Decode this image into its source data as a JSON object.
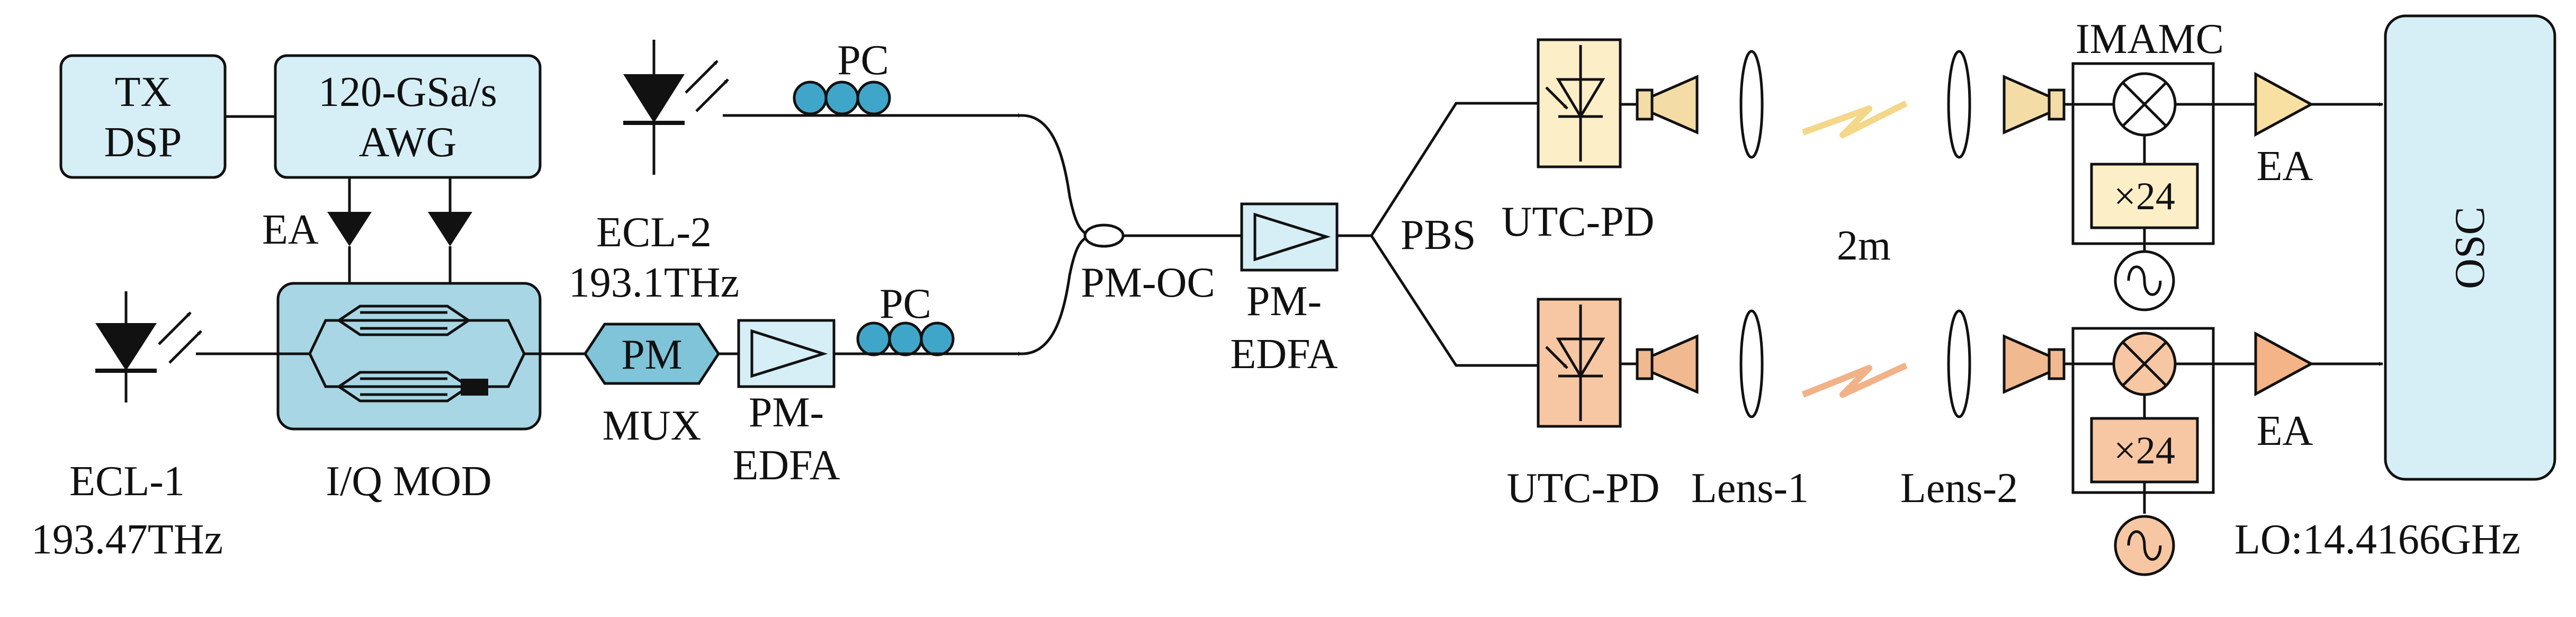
{
  "labels": {
    "tx_dsp_1": "TX",
    "tx_dsp_2": "DSP",
    "awg_1": "120-GSa/s",
    "awg_2": "AWG",
    "ea_left": "EA",
    "ecl1_name": "ECL-1",
    "ecl1_freq": "193.47THz",
    "ecl2_name": "ECL-2",
    "ecl2_freq": "193.1THz",
    "iq_mod": "I/Q MOD",
    "pc_top": "PC",
    "pc_bottom": "PC",
    "pm": "PM",
    "mux": "MUX",
    "pm_edfa1_1": "PM-",
    "pm_edfa1_2": "EDFA",
    "pm_oc": "PM-OC",
    "pm_edfa2_1": "PM-",
    "pm_edfa2_2": "EDFA",
    "pbs": "PBS",
    "utc_pd_top": "UTC-PD",
    "utc_pd_bottom": "UTC-PD",
    "lens1": "Lens-1",
    "lens2": "Lens-2",
    "distance": "2m",
    "imamc": "IMAMC",
    "mult_top": "×24",
    "mult_bottom": "×24",
    "ea_top": "EA",
    "ea_bottom": "EA",
    "lo": "LO:14.4166GHz",
    "osc": "OSC"
  },
  "colors": {
    "light_blue": "#d6eef6",
    "mod_blue": "#a8d6e4",
    "pm_blue": "#7fc4d8",
    "pc_blue": "#3fa6c9",
    "utc_top": "#fcefc8",
    "utc_bottom": "#f7c7a3",
    "horn_top": "#f3dca6",
    "horn_bottom": "#f1b98f",
    "mixer_bottom": "#f7c7a3",
    "mult_top": "#fcefc8",
    "mult_bottom": "#f7c7a3",
    "ea_top": "#f8e0a3",
    "ea_bottom": "#f4b487",
    "wave_top": "#f3d88a",
    "wave_bottom": "#f1b287",
    "osc": "#d6eef6"
  }
}
